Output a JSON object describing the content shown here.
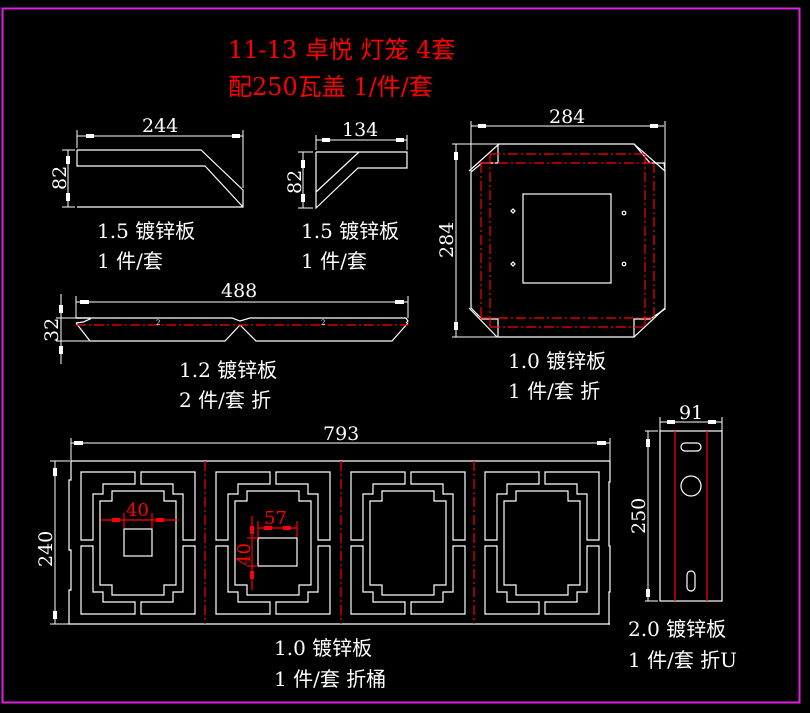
{
  "title": {
    "line1": "11-13 卓悦 灯笼 4套",
    "line2": "配250瓦盖 1/件/套"
  },
  "colors": {
    "background": "#000000",
    "frame": "#e020e0",
    "outline": "#ffffff",
    "title": "#ff0000",
    "fold_line": "#ff0000"
  },
  "parts": [
    {
      "id": "bracket-a",
      "dims": {
        "width": "244",
        "height": "82"
      },
      "material": "1.5 镀锌板",
      "qty": "1 件/套"
    },
    {
      "id": "bracket-b",
      "dims": {
        "width": "134",
        "height": "82"
      },
      "material": "1.5 镀锌板",
      "qty": "1 件/套"
    },
    {
      "id": "lid",
      "dims": {
        "width": "284",
        "height": "284"
      },
      "material": "1.0 镀锌板",
      "qty": "1 件/套 折"
    },
    {
      "id": "strip",
      "dims": {
        "width": "488",
        "height": "32"
      },
      "material": "1.2 镀锌板",
      "qty": "2 件/套 折"
    },
    {
      "id": "barrel",
      "dims": {
        "width": "793",
        "height": "240",
        "hole_a_width": "40",
        "hole_b_width": "57",
        "hole_b_height": "40"
      },
      "material": "1.0 镀锌板",
      "qty": "1 件/套 折桶"
    },
    {
      "id": "u-channel",
      "dims": {
        "width": "91",
        "height": "250"
      },
      "material": "2.0 镀锌板",
      "qty": "1 件/套 折U"
    }
  ]
}
